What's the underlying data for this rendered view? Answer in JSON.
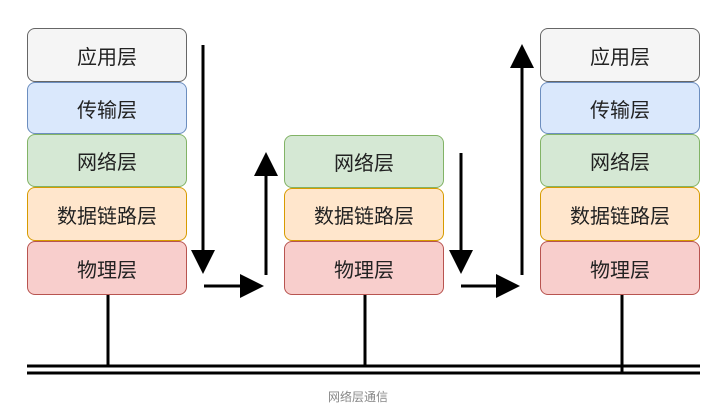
{
  "left_stack": {
    "application": "应用层",
    "transport": "传输层",
    "network": "网络层",
    "datalink": "数据链路层",
    "physical": "物理层"
  },
  "middle_stack": {
    "network": "网络层",
    "datalink": "数据链路层",
    "physical": "物理层"
  },
  "right_stack": {
    "application": "应用层",
    "transport": "传输层",
    "network": "网络层",
    "datalink": "数据链路层",
    "physical": "物理层"
  },
  "caption": "网络层通信"
}
